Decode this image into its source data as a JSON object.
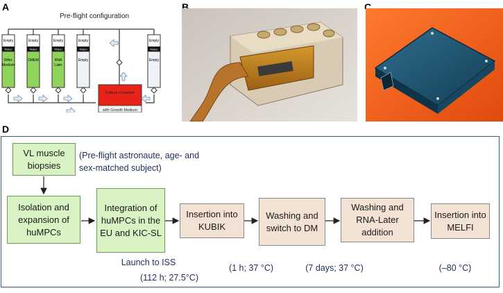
{
  "labels": {
    "a": "A",
    "b": "B",
    "c": "C",
    "d": "D"
  },
  "panel_a": {
    "title": "Pre-flight configuration",
    "syringes": [
      {
        "top": "Empty",
        "piston": "Piston",
        "content": "Differ. Medium",
        "fill": "#8fd35a"
      },
      {
        "top": "Empty",
        "piston": "Piston",
        "content": "DMEM",
        "fill": "#8fd35a"
      },
      {
        "top": "Empty",
        "piston": "Piston",
        "content": "RNA Later",
        "fill": "#8fd35a"
      },
      {
        "top": "Empty",
        "piston": "Piston",
        "content": "Empty",
        "fill": "#eef2f6"
      },
      {
        "top": "Empty",
        "piston": "Piston",
        "content": "Empty",
        "fill": "#eef2f6"
      }
    ],
    "chamber_top": "Culture Chamber",
    "chamber_bottom": "with Growth Medium"
  },
  "flow": {
    "biopsy": "VL muscle biopsies",
    "biopsy_note": "(Pre-flight astronaute, age- and sex-matched subject)",
    "step1": "Isolation and expansion of huMPCs",
    "step2": "Integration of huMPCs in the EU and KIC-SL",
    "step3": "Insertion into KUBIK",
    "step4": "Washing and switch to DM",
    "step5": "Washing and RNA-Later addition",
    "step6": "Insertion into MELFI",
    "cond2a": "Launch to ISS",
    "cond2b": "(112 h; 27.5°C)",
    "cond3": "(1 h; 37 °C)",
    "cond4": "(7 days; 37 °C)",
    "cond6": "(–80 °C)"
  },
  "colors": {
    "green": "#d9f2c4",
    "beige": "#f2e2d4",
    "note_text": "#1f2d5a",
    "panel_border": "#3b5a7a",
    "chamber": "#e8231a"
  }
}
